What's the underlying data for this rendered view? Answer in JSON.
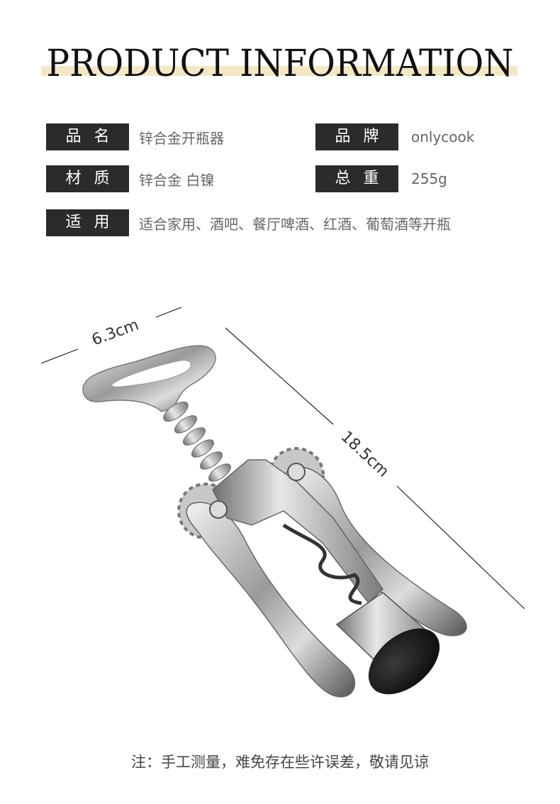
{
  "header": {
    "title": "PRODUCT INFORMATION"
  },
  "specs": [
    {
      "label": "品名",
      "value": "锌合金开瓶器"
    },
    {
      "label": "品牌",
      "value": "onlycook"
    },
    {
      "label": "材质",
      "value": "锌合金 白镍"
    },
    {
      "label": "总重",
      "value": "255g"
    },
    {
      "label": "适用",
      "value": "适合家用、酒吧、餐厅啤酒、红酒、葡萄酒等开瓶"
    }
  ],
  "dimensions": {
    "width": "6.3cm",
    "length": "18.5cm"
  },
  "footnote": "注：手工测量，难免存在些许误差，敬请见谅",
  "colors": {
    "label_bg": "#2b2b2b",
    "highlight": "#f3e7c5",
    "metal": "#b8b8b8"
  },
  "icons": {
    "product": "wing-corkscrew-icon"
  }
}
